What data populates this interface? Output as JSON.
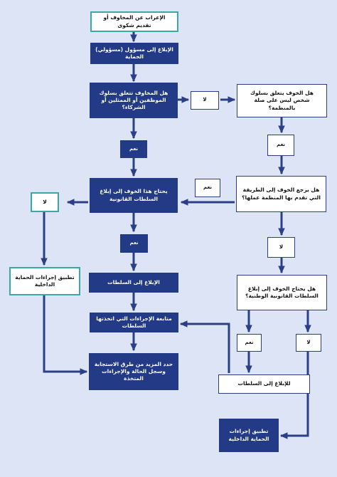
{
  "flowchart": {
    "start": "الإعراب عن المخاوف أو تقديم شكوى",
    "report_to_officer": "الإبلاغ إلى مسؤول (مسؤولي) الحماية",
    "q_staff": "هل المخاوف تتعلق بسلوك الموظفين أو الممثلين أو الشركاء؟",
    "q_external": "هل الخوف يتعلق بسلوك شخص ليس على صلة بالمنظمة؟",
    "q_requires_legal": "يحتاج هذا الخوف إلى إبلاغ السلطات القانونية",
    "q_related_to_services": "هل يرجع الخوف إلى الطريقة التي تقدم بها المنظمة عملها؟",
    "apply_internal_left": "تطبيق إجراءات الحماية الداخلية",
    "report_to_authorities": "الإبلاغ إلى السلطات",
    "q_national_legal": "هل يحتاج الخوف إلى إبلاغ السلطات القانونية الوطنية؟",
    "follow_up": "متابعة الإجراءات التي اتخذتها السلطات",
    "request_more": "حدد المزيد من طرق الاستجابة وسجل الحالة والإجراءات المتخذة",
    "report_to_authorities_right": "للإبلاغ إلى السلطات",
    "apply_internal_bottom": "تطبيق إجراءات الحماية الداخلية",
    "labels": {
      "yes": "نعم",
      "no": "لا"
    }
  }
}
